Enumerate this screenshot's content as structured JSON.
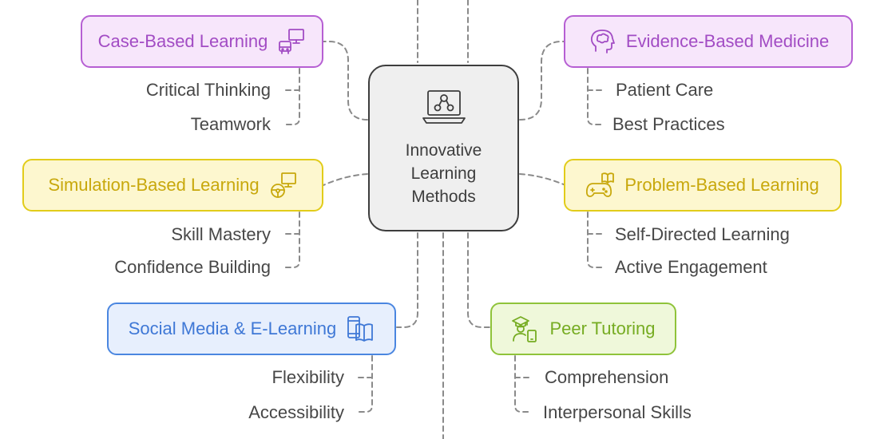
{
  "center": {
    "title": "Innovative\nLearning\nMethods",
    "icon": "laptop-network-icon"
  },
  "colors": {
    "purple": "#b65fd3",
    "yellow": "#e2cc1a",
    "blue": "#4a86e0",
    "green": "#8fc33a",
    "line": "#8a8a8a"
  },
  "methods": [
    {
      "label": "Case-Based Learning",
      "icon": "monitor-bus-icon",
      "items": [
        "Critical Thinking",
        "Teamwork"
      ]
    },
    {
      "label": "Evidence-Based Medicine",
      "icon": "brain-head-icon",
      "items": [
        "Patient Care",
        "Best Practices"
      ]
    },
    {
      "label": "Simulation-Based Learning",
      "icon": "steering-monitor-icon",
      "items": [
        "Skill Mastery",
        "Confidence Building"
      ]
    },
    {
      "label": "Problem-Based Learning",
      "icon": "gamepad-book-icon",
      "items": [
        "Self-Directed Learning",
        "Active Engagement"
      ]
    },
    {
      "label": "Social Media & E-Learning",
      "icon": "tablet-book-icon",
      "items": [
        "Flexibility",
        "Accessibility"
      ]
    },
    {
      "label": "Peer Tutoring",
      "icon": "graduate-phone-icon",
      "items": [
        "Comprehension",
        "Interpersonal Skills"
      ]
    }
  ]
}
